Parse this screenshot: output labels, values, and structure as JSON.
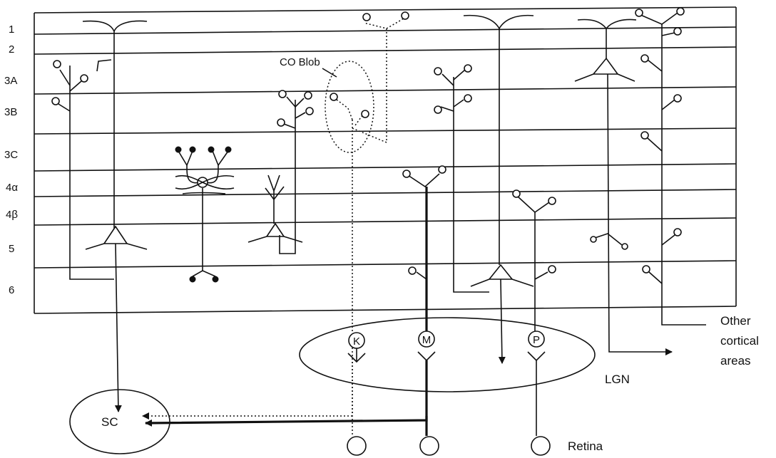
{
  "layers": [
    "1",
    "2",
    "3A",
    "3B",
    "3C",
    "4α",
    "4β",
    "5",
    "6"
  ],
  "labels": {
    "co_blob": "CO Blob",
    "lgn": "LGN",
    "sc": "SC",
    "retina": "Retina",
    "other_cortical": [
      "Other",
      "cortical",
      "areas"
    ]
  },
  "lgn_cells": [
    "K",
    "M",
    "P"
  ]
}
